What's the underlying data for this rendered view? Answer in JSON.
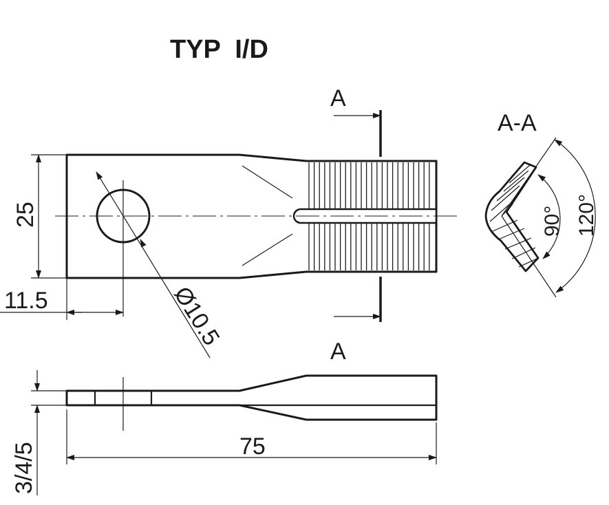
{
  "title": "TYP  I/D",
  "section_label": "A",
  "section_label_bottom": "A",
  "section_view_label": "A-A",
  "dimensions": {
    "width": "25",
    "hole_offset": "11.5",
    "hole_diameter": "Ø10.5",
    "thickness": "3/4/5",
    "length": "75",
    "angle_inner": "90°",
    "angle_outer": "120°"
  },
  "colors": {
    "line": "#1a1a1a",
    "background": "#ffffff"
  }
}
